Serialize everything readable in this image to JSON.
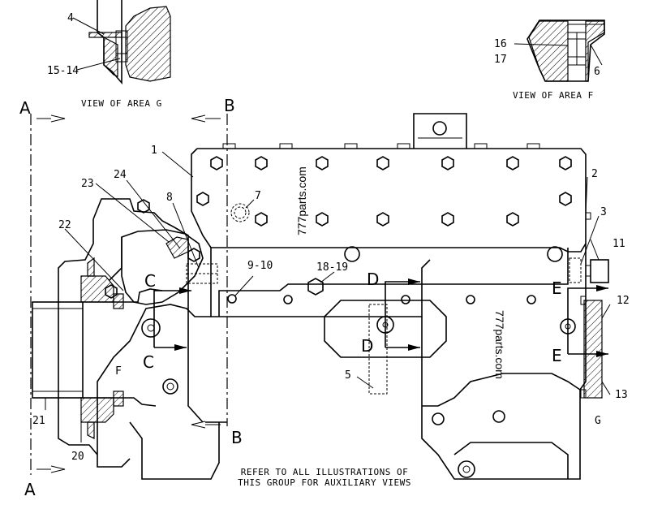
{
  "views": {
    "area_g_caption": "VIEW OF AREA G",
    "area_f_caption": "VIEW OF AREA F"
  },
  "section_markers": {
    "a_top": "A",
    "a_bottom": "A",
    "b_top": "B",
    "b_bottom": "B",
    "c_top": "C",
    "c_bottom": "C",
    "d_top": "D",
    "d_bottom": "D",
    "e_top": "E",
    "e_bottom": "E"
  },
  "area_letters": {
    "f": "F",
    "g": "G"
  },
  "callouts": {
    "c1": "1",
    "c2": "2",
    "c3": "3",
    "c4": "4",
    "c5": "5",
    "c6": "6",
    "c7": "7",
    "c8": "8",
    "c9_10": "9-10",
    "c11": "11",
    "c12": "12",
    "c13": "13",
    "c15_14": "15-14",
    "c16": "16",
    "c17": "17",
    "c18_19": "18-19",
    "c20": "20",
    "c21": "21",
    "c22": "22",
    "c23": "23",
    "c24": "24"
  },
  "watermarks": {
    "left": "777parts.com",
    "right": "777parts.com"
  },
  "note": {
    "line1": "REFER TO ALL ILLUSTRATIONS OF",
    "line2": "THIS GROUP FOR AUXILIARY VIEWS"
  }
}
